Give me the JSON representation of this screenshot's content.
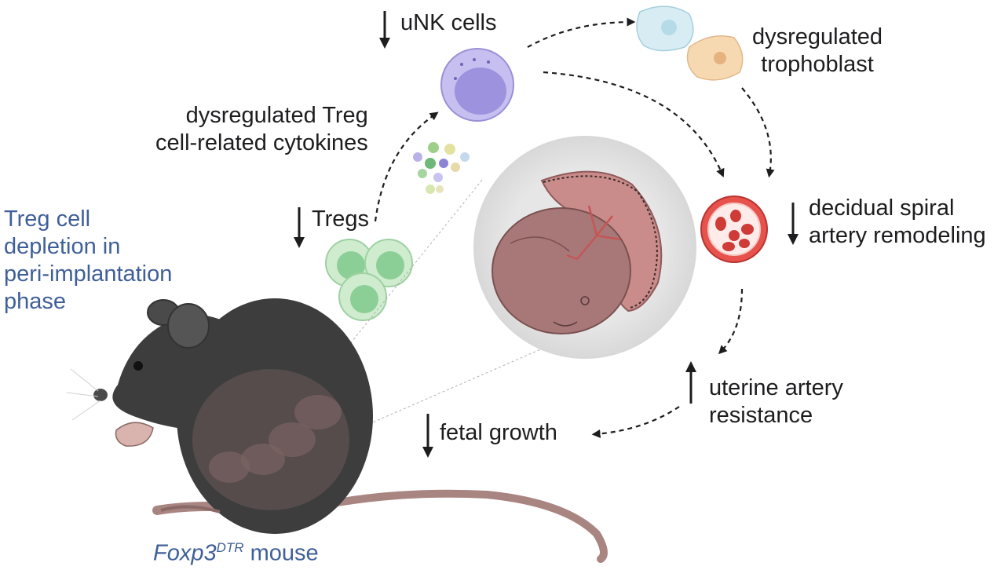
{
  "labels": {
    "unk": "uNK cells",
    "troph_1": "dysregulated",
    "troph_2": "trophoblast",
    "cyto_1": "dysregulated Treg",
    "cyto_2": "cell-related cytokines",
    "tregs": "Tregs",
    "depletion_1": "Treg cell",
    "depletion_2": "depletion in",
    "depletion_3": "peri-implantation",
    "depletion_4": "phase",
    "spiral_1": "decidual spiral",
    "spiral_2": "artery remodeling",
    "uterine_1": "uterine artery",
    "uterine_2": "resistance",
    "fetal": "fetal growth",
    "mouse_gene": "Foxp3",
    "mouse_sup": "DTR",
    "mouse_word": "mouse"
  },
  "colors": {
    "text": "#1d1d1f",
    "blue_text": "#3f5f98",
    "unk_cell": "#a59ae0",
    "treg_cell": "#8dcf9a",
    "spiral_artery": "#d9433f",
    "embryo": "#a87878",
    "mouse_body": "#3d3d3d"
  },
  "icons": {
    "down": "down-arrow-icon",
    "up": "up-arrow-icon"
  }
}
